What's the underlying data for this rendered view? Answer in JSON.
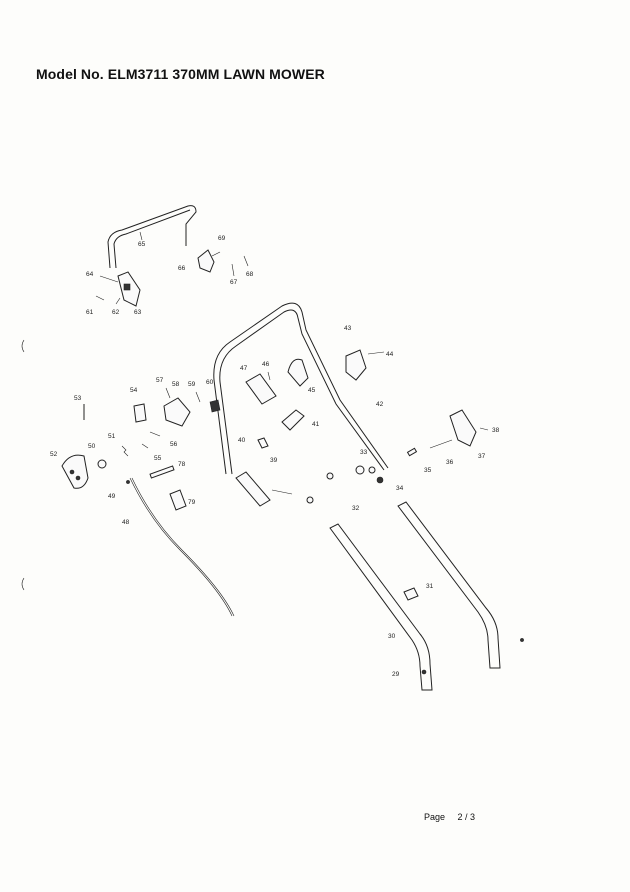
{
  "header": {
    "title": "Model No. ELM3711  370MM LAWN MOWER"
  },
  "footer": {
    "page_label": "Page",
    "page_number": "2 / 3"
  },
  "part_numbers": [
    "29",
    "30",
    "31",
    "32",
    "33",
    "34",
    "35",
    "36",
    "37",
    "38",
    "39",
    "40",
    "41",
    "42",
    "43",
    "44",
    "45",
    "46",
    "47",
    "48",
    "49",
    "50",
    "51",
    "52",
    "53",
    "54",
    "55",
    "56",
    "57",
    "58",
    "59",
    "60",
    "61",
    "62",
    "63",
    "64",
    "65",
    "66",
    "67",
    "68",
    "69",
    "78",
    "79"
  ]
}
